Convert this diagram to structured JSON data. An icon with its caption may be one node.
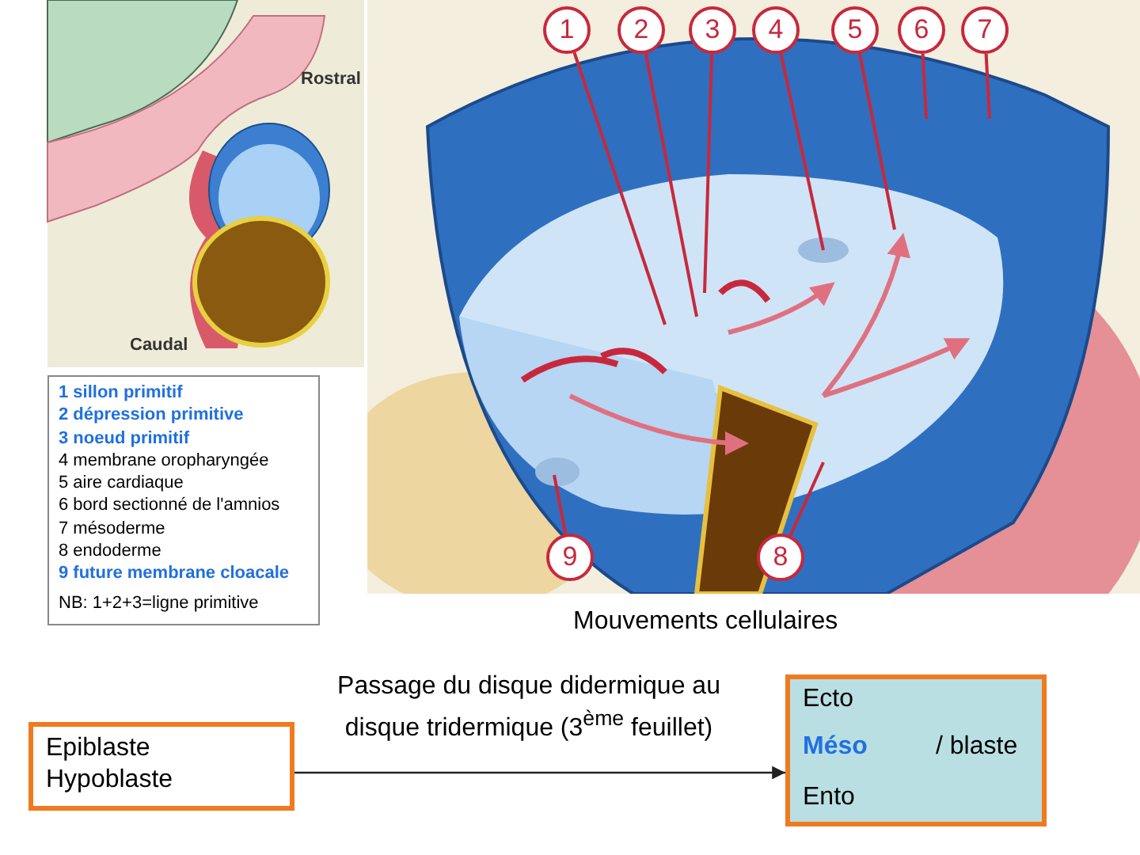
{
  "diagram": {
    "nodes": [
      {
        "text": [
          "1"
        ]
      },
      {
        "text": [
          "2"
        ]
      },
      {
        "text": [
          "3"
        ]
      },
      {
        "text": [
          "4"
        ]
      },
      {
        "text": [
          "5"
        ]
      },
      {
        "text": [
          "6"
        ]
      },
      {
        "text": [
          "7"
        ]
      },
      {
        "text": [
          "8"
        ]
      },
      {
        "text": [
          "9"
        ]
      },
      {
        "text": [
          "1 sillon primitif",
          "2 dépression primitive",
          "3 noeud primitif",
          "4 membrane oropharyngée",
          "5 aire cardiaque",
          "6 bord sectionné de l'amnios",
          "7 mésoderme",
          "8 endoderme",
          "9 future membrane cloacale",
          "NB: 1+2+3=ligne primitive"
        ]
      },
      {
        "text": [
          "Epiblaste",
          "Hypoblaste"
        ]
      },
      {
        "text": [
          "Ecto",
          "Méso",
          "/ blaste",
          "Ento"
        ]
      }
    ],
    "edges": [
      {
        "from": 0,
        "to": null,
        "arrow": "none"
      },
      {
        "from": 1,
        "to": null,
        "arrow": "none"
      },
      {
        "from": 2,
        "to": null,
        "arrow": "none"
      },
      {
        "from": 3,
        "to": null,
        "arrow": "none"
      },
      {
        "from": 4,
        "to": null,
        "arrow": "none"
      },
      {
        "from": 5,
        "to": null,
        "arrow": "none"
      },
      {
        "from": 6,
        "to": null,
        "arrow": "none"
      },
      {
        "from": 7,
        "to": null,
        "arrow": "none"
      },
      {
        "from": 8,
        "to": null,
        "arrow": "none"
      },
      {
        "from": 10,
        "to": 11,
        "arrow": "to",
        "color": "#222222",
        "label": "Passage du disque didermique au disque tridermique (3$^{ème}$ feuillet)"
      }
    ],
    "labels": [
      "Rostral",
      "Caudal",
      "Mouvements cellulaires"
    ]
  }
}
